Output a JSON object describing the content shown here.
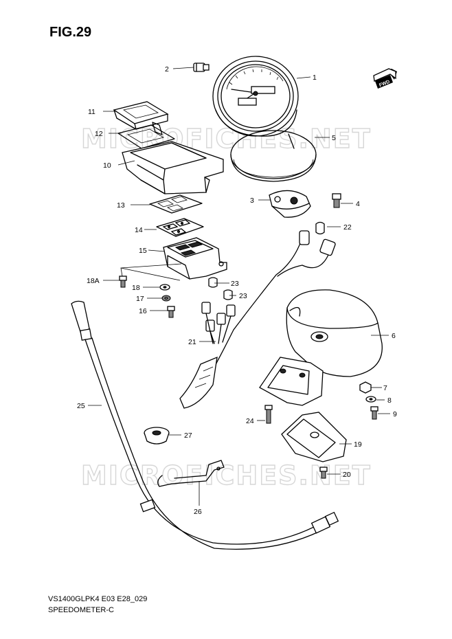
{
  "figure": {
    "title": "FIG.29"
  },
  "footer": {
    "model_code": "VS1400GLPK4 E03 E28_029",
    "section": "SPEEDOMETER-C"
  },
  "watermark": "MICROFICHES.NET",
  "fwd_badge": "FWD",
  "callouts": {
    "c1": "1",
    "c2": "2",
    "c3": "3",
    "c4": "4",
    "c5": "5",
    "c6": "6",
    "c7": "7",
    "c8": "8",
    "c9": "9",
    "c10": "10",
    "c11": "11",
    "c12": "12",
    "c13": "13",
    "c14": "14",
    "c15": "15",
    "c16": "16",
    "c17": "17",
    "c18": "18",
    "c18a": "18A",
    "c19": "19",
    "c20": "20",
    "c21": "21",
    "c22": "22",
    "c23a": "23",
    "c23b": "23",
    "c24": "24",
    "c25": "25",
    "c26": "26",
    "c27": "27"
  },
  "colors": {
    "line": "#000000",
    "watermark": "#d6d6d6",
    "background": "#ffffff"
  }
}
